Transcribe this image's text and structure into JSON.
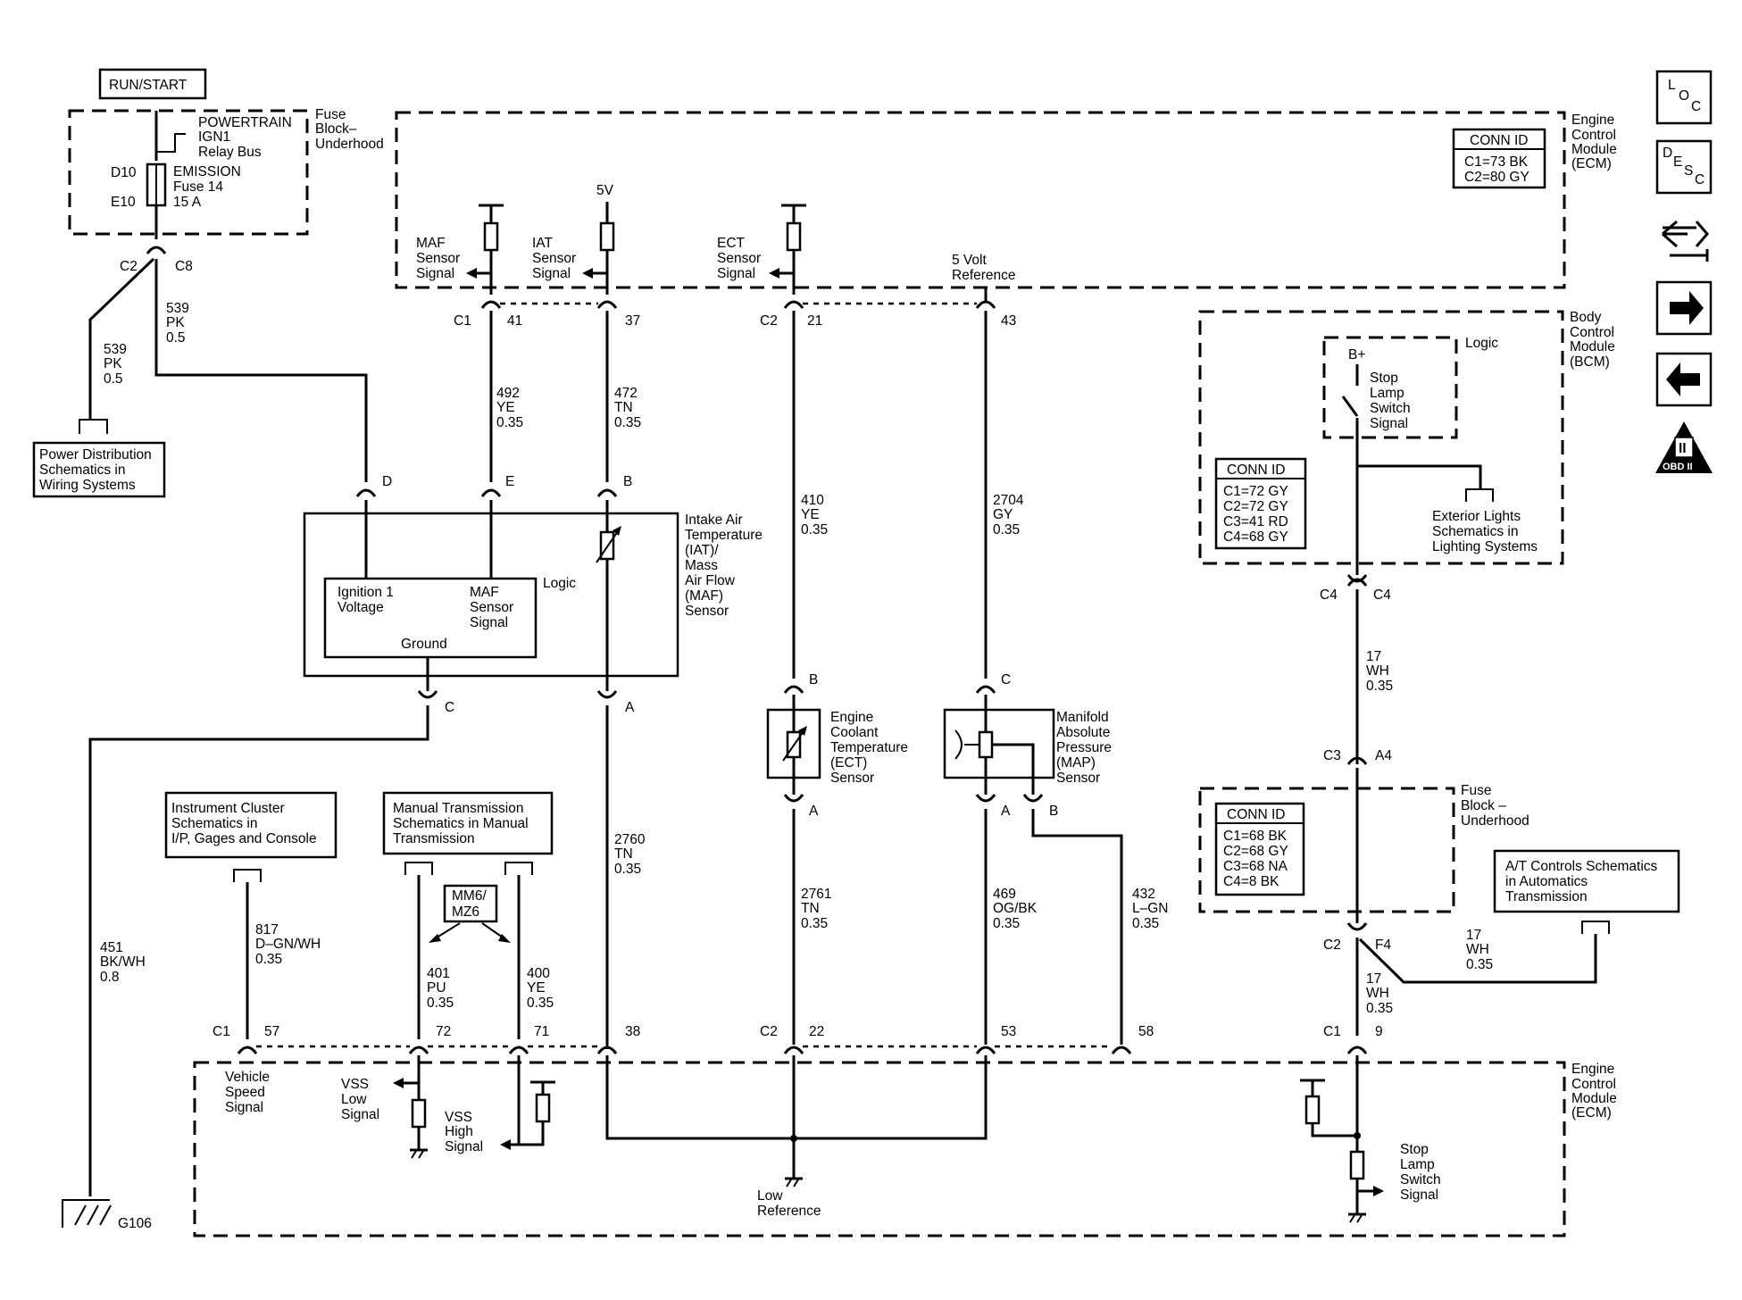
{
  "run_start": "RUN/START",
  "fuse_top": {
    "title": [
      "POWERTRAIN",
      "IGN1",
      "Relay Bus"
    ],
    "side": [
      "Fuse",
      "Block–",
      "Underhood"
    ],
    "d10": "D10",
    "e10": "E10",
    "fuse": [
      "EMISSION",
      "Fuse 14",
      "15 A"
    ]
  },
  "ecm_top": {
    "title": [
      "Engine",
      "Control",
      "Module",
      "(ECM)"
    ],
    "conn_title": "CONN ID",
    "conn": [
      "C1=73 BK",
      "C2=80 GY"
    ]
  },
  "signals": {
    "maf": [
      "MAF",
      "Sensor",
      "Signal"
    ],
    "iat": [
      "IAT",
      "Sensor",
      "Signal"
    ],
    "ect": [
      "ECT",
      "Sensor",
      "Signal"
    ],
    "fivev": "5V",
    "ref": [
      "5 Volt",
      "Reference"
    ]
  },
  "pins_top": {
    "c1": "C1",
    "p41": "41",
    "p37": "37",
    "c2": "C2",
    "p21": "21",
    "p43": "43",
    "c2b": "C2",
    "c8": "C8"
  },
  "wires": {
    "pk1": [
      "539",
      "PK",
      "0.5"
    ],
    "pk2": [
      "539",
      "PK",
      "0.5"
    ],
    "ye492": [
      "492",
      "YE",
      "0.35"
    ],
    "tn472": [
      "472",
      "TN",
      "0.35"
    ],
    "ye410": [
      "410",
      "YE",
      "0.35"
    ],
    "gy2704": [
      "2704",
      "GY",
      "0.35"
    ],
    "tn2760": [
      "2760",
      "TN",
      "0.35"
    ],
    "tn2761": [
      "2761",
      "TN",
      "0.35"
    ],
    "og469": [
      "469",
      "OG/BK",
      "0.35"
    ],
    "lgn432": [
      "432",
      "L–GN",
      "0.35"
    ],
    "dgn817": [
      "817",
      "D–GN/WH",
      "0.35"
    ],
    "pu401": [
      "401",
      "PU",
      "0.35"
    ],
    "ye400": [
      "400",
      "YE",
      "0.35"
    ],
    "bk451": [
      "451",
      "BK/WH",
      "0.8"
    ],
    "wh17a": [
      "17",
      "WH",
      "0.35"
    ],
    "wh17b": [
      "17",
      "WH",
      "0.35"
    ],
    "wh17c": [
      "17",
      "WH",
      "0.35"
    ]
  },
  "power_dist": [
    "Power Distribution",
    "Schematics in",
    "Wiring Systems"
  ],
  "maf_sensor": {
    "name": [
      "Intake Air",
      "Temperature",
      "(IAT)/",
      "Mass",
      "Air Flow",
      "(MAF)",
      "Sensor"
    ],
    "logic": "Logic",
    "inner1": [
      "Ignition 1",
      "Voltage"
    ],
    "inner2": [
      "MAF",
      "Sensor",
      "Signal"
    ],
    "ground": "Ground",
    "pD": "D",
    "pE": "E",
    "pB": "B",
    "pC": "C",
    "pA": "A"
  },
  "ect_sensor": {
    "name": [
      "Engine",
      "Coolant",
      "Temperature",
      "(ECT)",
      "Sensor"
    ],
    "pB": "B",
    "pA": "A"
  },
  "map_sensor": {
    "name": [
      "Manifold",
      "Absolute",
      "Pressure",
      "(MAP)",
      "Sensor"
    ],
    "pC": "C",
    "pA": "A",
    "pB": "B"
  },
  "bcm": {
    "title": [
      "Body",
      "Control",
      "Module",
      "(BCM)"
    ],
    "logic": "Logic",
    "bplus": "B+",
    "switch": [
      "Stop",
      "Lamp",
      "Switch",
      "Signal"
    ],
    "conn_title": "CONN ID",
    "conn": [
      "C1=72 GY",
      "C2=72 GY",
      "C3=41 RD",
      "C4=68 GY"
    ],
    "ext": [
      "Exterior Lights",
      "Schematics in",
      "Lighting Systems"
    ]
  },
  "c4l": "C4",
  "c4r": "C4",
  "fuse_bot": {
    "title": [
      "Fuse",
      "Block –",
      "Underhood"
    ],
    "conn_title": "CONN ID",
    "conn": [
      "C1=68 BK",
      "C2=68 GY",
      "C3=68 NA",
      "C4=8 BK"
    ],
    "c3": "C3",
    "a4": "A4",
    "c2": "C2",
    "f4": "F4"
  },
  "at": [
    "A/T Controls Schematics",
    "in Automatics",
    "Transmission"
  ],
  "ic": [
    "Instrument Cluster",
    "Schematics in",
    "I/P, Gages and Console"
  ],
  "mt": [
    "Manual Transmission",
    "Schematics in Manual",
    "Transmission"
  ],
  "mm6": [
    "MM6/",
    "MZ6"
  ],
  "pins_bot": {
    "c1": "C1",
    "p57": "57",
    "p72": "72",
    "p71": "71",
    "p38": "38",
    "c2": "C2",
    "p22": "22",
    "p53": "53",
    "p58": "58",
    "c1r": "C1",
    "p9": "9"
  },
  "ecm_bot": {
    "title": [
      "Engine",
      "Control",
      "Module",
      "(ECM)"
    ],
    "vss_sig": [
      "Vehicle",
      "Speed",
      "Signal"
    ],
    "vss_low": [
      "VSS",
      "Low",
      "Signal"
    ],
    "vss_high": [
      "VSS",
      "High",
      "Signal"
    ],
    "low_ref": [
      "Low",
      "Reference"
    ],
    "stop": [
      "Stop",
      "Lamp",
      "Switch",
      "Signal"
    ]
  },
  "g106": "G106",
  "nav": {
    "loc": [
      "L",
      "O",
      "C"
    ],
    "desc": [
      "D",
      "E",
      "S",
      "C"
    ],
    "obd": "OBD II",
    "obd_num": "II"
  }
}
